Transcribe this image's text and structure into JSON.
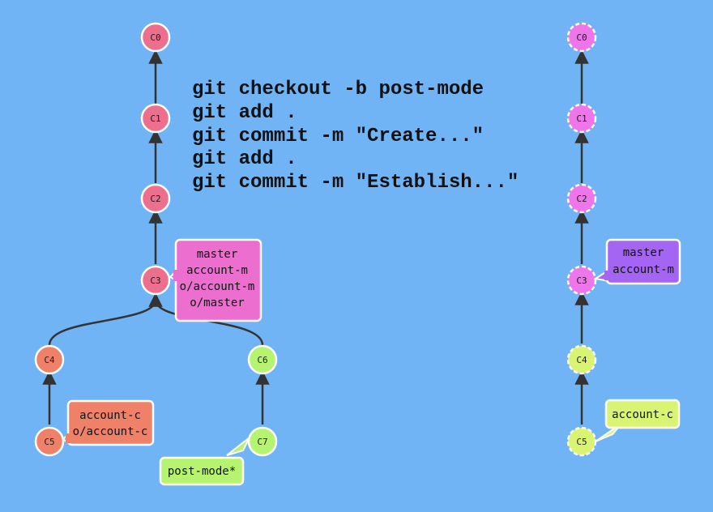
{
  "commands": [
    "git checkout -b post-mode",
    "git add .",
    "git commit -m \"Create...\"",
    "git add .",
    "git commit -m \"Establish...\""
  ],
  "local": {
    "commits": {
      "C0": "C0",
      "C1": "C1",
      "C2": "C2",
      "C3": "C3",
      "C4": "C4",
      "C5": "C5",
      "C6": "C6",
      "C7": "C7"
    },
    "tags": {
      "c3": [
        "master",
        "account-m",
        "o/account-m",
        "o/master"
      ],
      "c5": [
        "account-c",
        "o/account-c"
      ],
      "c7": [
        "post-mode*"
      ]
    }
  },
  "remote": {
    "commits": {
      "C0": "C0",
      "C1": "C1",
      "C2": "C2",
      "C3": "C3",
      "C4": "C4",
      "C5": "C5"
    },
    "tags": {
      "c3": [
        "master",
        "account-m"
      ],
      "c5": [
        "account-c"
      ]
    }
  },
  "colors": {
    "background": "#71b4f5",
    "main_branch": "#ee6f8d",
    "account_c_branch": "#ef8168",
    "post_mode_branch": "#b6f46f",
    "master_tag": "#ec6fd0",
    "remote_commit": "#ee76ea",
    "remote_master_tag": "#a465f2",
    "remote_account_c": "#d9f473",
    "edge": "#333333"
  }
}
